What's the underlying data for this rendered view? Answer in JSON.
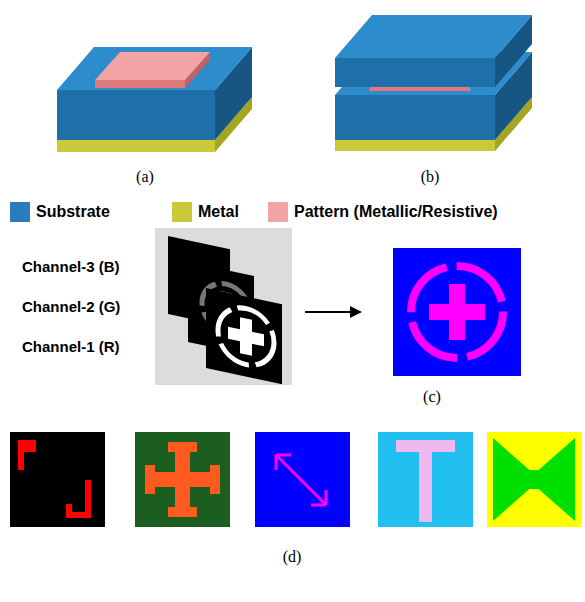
{
  "diagram": {
    "labels": [
      "(a)",
      "(b)",
      "Channel-3 (B)",
      "Channel-2 (G)",
      "Channel-1 (R)",
      "(c)",
      "(d)"
    ],
    "legend": [
      {
        "text": "Substrate",
        "color": "#2c7bbf"
      },
      {
        "text": "Metal",
        "color": "#c9c93a"
      },
      {
        "text": "Pattern (Metallic/Resistive)",
        "color": "#f2a3a3"
      }
    ]
  }
}
